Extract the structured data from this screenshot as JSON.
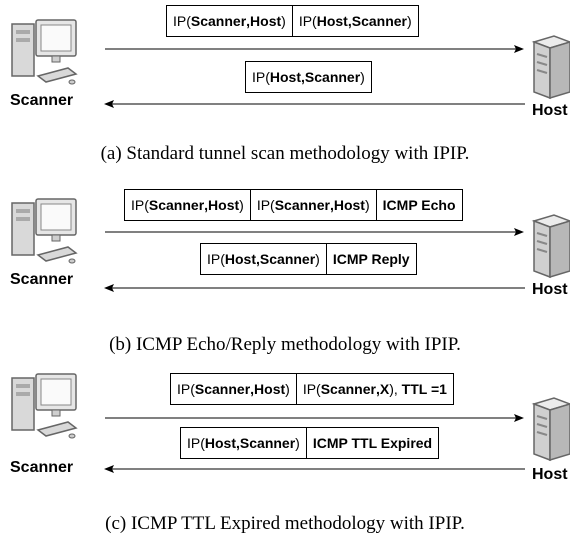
{
  "panels": [
    {
      "id": "a",
      "scanner_label": "Scanner",
      "host_label": "Host",
      "forward_packet": [
        {
          "prefix": "IP(",
          "parts": [
            "Scanner",
            ",",
            "Host"
          ],
          "suffix": ")"
        },
        {
          "prefix": "IP(",
          "parts": [
            "Host",
            ",",
            "Scanner"
          ],
          "suffix": ")"
        }
      ],
      "reply_packet": [
        {
          "prefix": "IP(",
          "parts": [
            "Host",
            ",",
            "Scanner"
          ],
          "suffix": ")"
        }
      ],
      "caption": "(a) Standard tunnel scan methodology with IPIP."
    },
    {
      "id": "b",
      "scanner_label": "Scanner",
      "host_label": "Host",
      "forward_packet": [
        {
          "prefix": "IP(",
          "parts": [
            "Scanner",
            ",",
            "Host"
          ],
          "suffix": ")"
        },
        {
          "prefix": "IP(",
          "parts": [
            "Scanner",
            ",",
            "Host"
          ],
          "suffix": ")"
        },
        {
          "bold": "ICMP Echo"
        }
      ],
      "reply_packet": [
        {
          "prefix": "IP(",
          "parts": [
            "Host",
            ",",
            "Scanner"
          ],
          "suffix": ")"
        },
        {
          "bold": "ICMP Reply"
        }
      ],
      "caption": "(b) ICMP Echo/Reply methodology with IPIP."
    },
    {
      "id": "c",
      "scanner_label": "Scanner",
      "host_label": "Host",
      "forward_packet": [
        {
          "prefix": "IP(",
          "parts": [
            "Scanner",
            ",",
            "Host"
          ],
          "suffix": ")"
        },
        {
          "prefix": "IP(",
          "parts": [
            "Scanner",
            ",",
            "X"
          ],
          "suffix": "), ",
          "bold_tail": "TTL =1"
        }
      ],
      "reply_packet": [
        {
          "prefix": "IP(",
          "parts": [
            "Host",
            ",",
            "Scanner"
          ],
          "suffix": ")"
        },
        {
          "bold": "ICMP TTL Expired"
        }
      ],
      "caption": "(c) ICMP TTL Expired methodology with IPIP."
    }
  ]
}
